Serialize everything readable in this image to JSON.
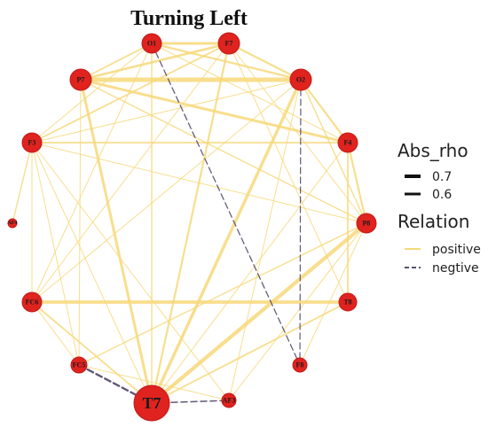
{
  "title": "Turning Left",
  "nodes": [
    {
      "id": "O1",
      "label": "O1",
      "r": 11
    },
    {
      "id": "F7",
      "label": "F7",
      "r": 12
    },
    {
      "id": "P7",
      "label": "P7",
      "r": 12
    },
    {
      "id": "O2",
      "label": "O2",
      "r": 12
    },
    {
      "id": "F3",
      "label": "F3",
      "r": 11
    },
    {
      "id": "F4",
      "label": "F4",
      "r": 11
    },
    {
      "id": "AF4",
      "label": "AF4",
      "r": 5
    },
    {
      "id": "P8",
      "label": "P8",
      "r": 11
    },
    {
      "id": "FC6",
      "label": "FC6",
      "r": 11
    },
    {
      "id": "T8",
      "label": "T8",
      "r": 10
    },
    {
      "id": "FC5",
      "label": "FC5",
      "r": 9
    },
    {
      "id": "F8",
      "label": "F8",
      "r": 8
    },
    {
      "id": "T7",
      "label": "T7",
      "r": 20
    },
    {
      "id": "AF3",
      "label": "AF3",
      "r": 8
    }
  ],
  "edges": [
    {
      "s": "O1",
      "t": "F7",
      "rel": "positive",
      "w": 0.65
    },
    {
      "s": "O1",
      "t": "P7",
      "rel": "positive",
      "w": 0.62
    },
    {
      "s": "O1",
      "t": "O2",
      "rel": "positive",
      "w": 0.63
    },
    {
      "s": "O1",
      "t": "F3",
      "rel": "positive",
      "w": 0.6
    },
    {
      "s": "O1",
      "t": "F8",
      "rel": "negtive",
      "w": 0.62
    },
    {
      "s": "O1",
      "t": "T7",
      "rel": "positive",
      "w": 0.61
    },
    {
      "s": "O1",
      "t": "F4",
      "rel": "positive",
      "w": 0.6
    },
    {
      "s": "F7",
      "t": "P7",
      "rel": "positive",
      "w": 0.64
    },
    {
      "s": "F7",
      "t": "O2",
      "rel": "positive",
      "w": 0.63
    },
    {
      "s": "F7",
      "t": "F3",
      "rel": "positive",
      "w": 0.62
    },
    {
      "s": "F7",
      "t": "T7",
      "rel": "positive",
      "w": 0.63
    },
    {
      "s": "F7",
      "t": "FC6",
      "rel": "positive",
      "w": 0.6
    },
    {
      "s": "F7",
      "t": "P8",
      "rel": "positive",
      "w": 0.6
    },
    {
      "s": "F7",
      "t": "T8",
      "rel": "positive",
      "w": 0.6
    },
    {
      "s": "P7",
      "t": "O2",
      "rel": "positive",
      "w": 0.7
    },
    {
      "s": "P7",
      "t": "F4",
      "rel": "positive",
      "w": 0.65
    },
    {
      "s": "P7",
      "t": "T7",
      "rel": "positive",
      "w": 0.65
    },
    {
      "s": "P7",
      "t": "FC5",
      "rel": "positive",
      "w": 0.6
    },
    {
      "s": "P7",
      "t": "P8",
      "rel": "positive",
      "w": 0.61
    },
    {
      "s": "O2",
      "t": "F4",
      "rel": "positive",
      "w": 0.63
    },
    {
      "s": "O2",
      "t": "F8",
      "rel": "negtive",
      "w": 0.61
    },
    {
      "s": "O2",
      "t": "T7",
      "rel": "positive",
      "w": 0.66
    },
    {
      "s": "O2",
      "t": "F3",
      "rel": "positive",
      "w": 0.6
    },
    {
      "s": "O2",
      "t": "FC6",
      "rel": "positive",
      "w": 0.6
    },
    {
      "s": "O2",
      "t": "P8",
      "rel": "positive",
      "w": 0.61
    },
    {
      "s": "O2",
      "t": "AF3",
      "rel": "positive",
      "w": 0.6
    },
    {
      "s": "F3",
      "t": "F4",
      "rel": "positive",
      "w": 0.62
    },
    {
      "s": "F3",
      "t": "AF4",
      "rel": "positive",
      "w": 0.61
    },
    {
      "s": "F3",
      "t": "P8",
      "rel": "positive",
      "w": 0.6
    },
    {
      "s": "F3",
      "t": "FC6",
      "rel": "positive",
      "w": 0.6
    },
    {
      "s": "F3",
      "t": "T7",
      "rel": "positive",
      "w": 0.6
    },
    {
      "s": "F3",
      "t": "FC5",
      "rel": "positive",
      "w": 0.6
    },
    {
      "s": "F4",
      "t": "P8",
      "rel": "positive",
      "w": 0.63
    },
    {
      "s": "F4",
      "t": "T8",
      "rel": "positive",
      "w": 0.62
    },
    {
      "s": "F4",
      "t": "T7",
      "rel": "positive",
      "w": 0.6
    },
    {
      "s": "P8",
      "t": "T7",
      "rel": "positive",
      "w": 0.68
    },
    {
      "s": "P8",
      "t": "FC5",
      "rel": "positive",
      "w": 0.61
    },
    {
      "s": "P8",
      "t": "F8",
      "rel": "positive",
      "w": 0.6
    },
    {
      "s": "P8",
      "t": "AF3",
      "rel": "positive",
      "w": 0.6
    },
    {
      "s": "FC6",
      "t": "T8",
      "rel": "positive",
      "w": 0.67
    },
    {
      "s": "FC6",
      "t": "T7",
      "rel": "positive",
      "w": 0.62
    },
    {
      "s": "FC6",
      "t": "FC5",
      "rel": "positive",
      "w": 0.6
    },
    {
      "s": "T8",
      "t": "T7",
      "rel": "positive",
      "w": 0.62
    },
    {
      "s": "FC5",
      "t": "T7",
      "rel": "negtive",
      "w": 0.66
    },
    {
      "s": "T7",
      "t": "AF3",
      "rel": "negtive",
      "w": 0.63
    },
    {
      "s": "FC5",
      "t": "AF3",
      "rel": "positive",
      "w": 0.6
    },
    {
      "s": "F3",
      "t": "AF3",
      "rel": "positive",
      "w": 0.6
    },
    {
      "s": "O1",
      "t": "FC6",
      "rel": "positive",
      "w": 0.6
    }
  ],
  "legend": {
    "size_title": "Abs_rho",
    "size_items": [
      "0.7",
      "0.6"
    ],
    "relation_title": "Relation",
    "relation_items": [
      "positive",
      "negtive"
    ]
  },
  "colors": {
    "node_fill": "#e0231f",
    "node_stroke": "#c01b18",
    "positive": "#f7d97a",
    "negative": "#5a5070"
  }
}
